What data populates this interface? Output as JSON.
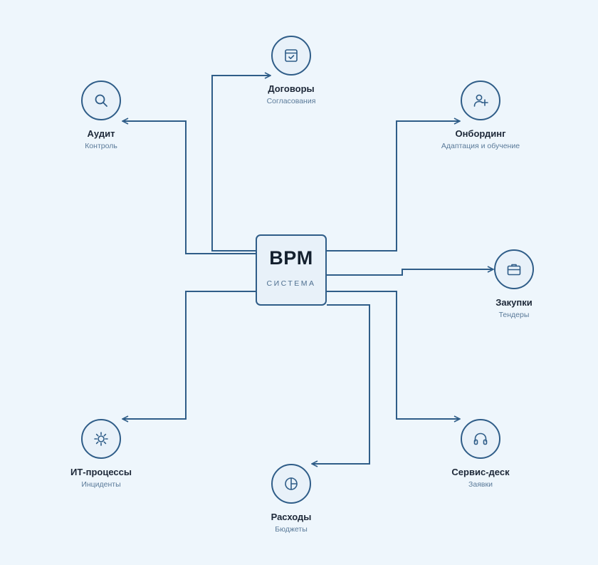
{
  "hub": {
    "title": "BPM",
    "subtitle": "СИСТЕМА"
  },
  "nodes": [
    {
      "id": "dogovory",
      "title": "Договоры",
      "subtitle": "Согласования",
      "icon": "calendar-check-icon"
    },
    {
      "id": "audit",
      "title": "Аудит",
      "subtitle": "Контроль",
      "icon": "search-icon"
    },
    {
      "id": "onboarding",
      "title": "Онбординг",
      "subtitle": "Адаптация и обучение",
      "icon": "user-plus-icon"
    },
    {
      "id": "zakupki",
      "title": "Закупки",
      "subtitle": "Тендеры",
      "icon": "briefcase-icon"
    },
    {
      "id": "it",
      "title": "ИТ-процессы",
      "subtitle": "Инциденты",
      "icon": "bug-icon"
    },
    {
      "id": "servicedesk",
      "title": "Сервис-деск",
      "subtitle": "Заявки",
      "icon": "headset-icon"
    },
    {
      "id": "raskhody",
      "title": "Расходы",
      "subtitle": "Бюджеты",
      "icon": "budget-circle-icon"
    }
  ],
  "colors": {
    "line": "#2f5d88",
    "background": "#eef6fc",
    "node_fill": "#e8f1f9"
  }
}
